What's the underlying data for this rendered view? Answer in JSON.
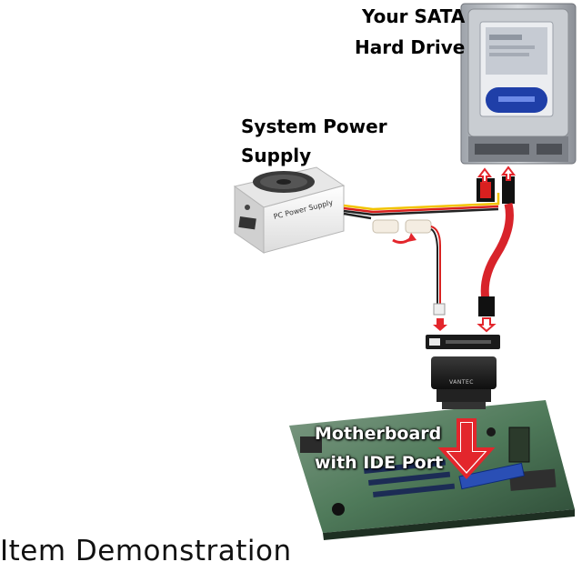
{
  "labels": {
    "hdd_line1": "Your SATA",
    "hdd_line2": "Hard Drive",
    "psu_line1": "System Power",
    "psu_line2": "Supply",
    "psu_body": "PC Power Supply",
    "mb_line1": "Motherboard",
    "mb_line2": "with IDE Port",
    "adapter_brand": "VANTEC"
  },
  "caption": "Item Demonstration",
  "colors": {
    "arrow_red": "#e3262c",
    "sata_cable": "#d8232a",
    "psu_body": "#f2f2f2",
    "hdd_label": "#1f3fa8",
    "motherboard": "#2e5e3a",
    "ide_port": "#2a4fb5"
  }
}
